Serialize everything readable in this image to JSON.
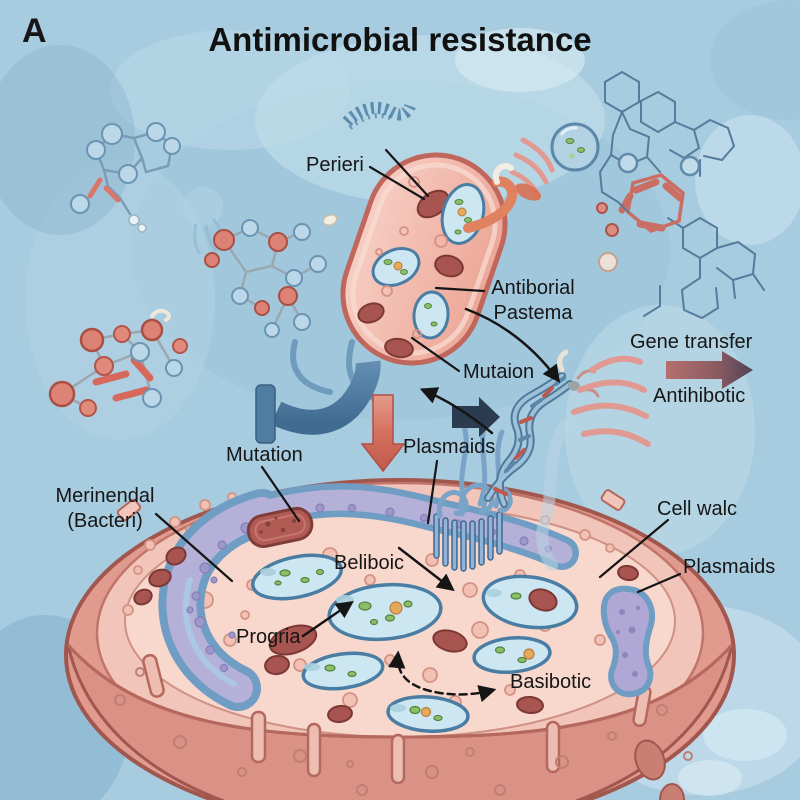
{
  "panel": {
    "label": "A"
  },
  "title": "Antimicrobial resistance",
  "labels": {
    "perieri": "Perieri",
    "antiborial": "Antiborial\nPastema",
    "mutaion": "Mutaion",
    "gene_transfer": "Gene transfer",
    "antihibotic": "Antihibotic",
    "mutation_left": "Mutation",
    "plasmaids_top": "Plasmaids",
    "merinendal": "Merinendal\n(Bacteri)",
    "cell_walc": "Cell walc",
    "plasmaids_right": "Plasmaids",
    "beliboic": "Beliboic",
    "progria": "Progria",
    "basibotic": "Basibotic"
  },
  "colors": {
    "background": "#a7cbdf",
    "cell_body": "#f1c5ba",
    "cell_outline": "#a2574e",
    "organelle_blue": "#cde7f2",
    "organelle_red": "#a85450",
    "band_purple": "#b5b0d8",
    "arrow_navy": "#2b3c50",
    "arrow_red": "#cf685a",
    "arrow_blue": "#4f7da2",
    "gene_arrow_dark": "#4e4356",
    "label_text": "#161616"
  }
}
